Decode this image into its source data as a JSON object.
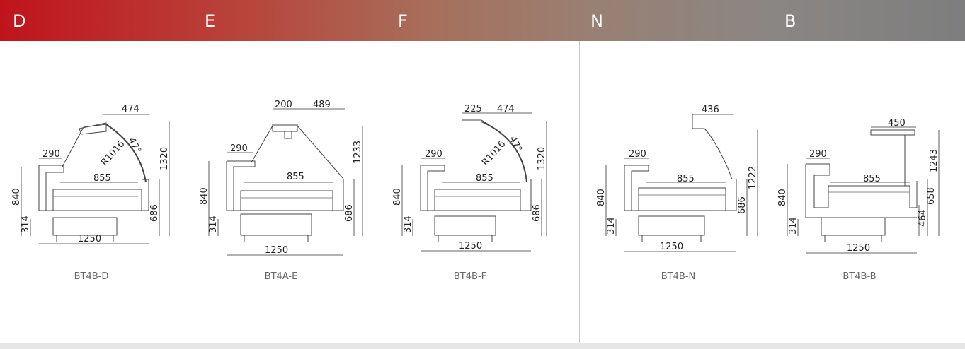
{
  "header": {
    "labels": [
      "D",
      "E",
      "F",
      "N",
      "B"
    ],
    "accent": "#c0141d",
    "neutral": "#7e7e7e"
  },
  "diagrams": [
    {
      "model": "BT4B-D",
      "dims": {
        "hood_w": "474",
        "front_w": "290",
        "radius": "R1016",
        "angle": "47°",
        "inner": "855",
        "height_total": "1320",
        "height_left": "840",
        "base_h": "314",
        "front_h": "686",
        "length": "1250"
      }
    },
    {
      "model": "BT4A-E",
      "dims": {
        "top_a": "200",
        "top_b": "489",
        "front_w": "290",
        "inner": "855",
        "height_total": "1233",
        "height_left": "840",
        "base_h": "314",
        "front_h": "686",
        "length": "1250"
      }
    },
    {
      "model": "BT4B-F",
      "dims": {
        "top_a": "225",
        "top_b": "474",
        "front_w": "290",
        "radius": "R1016",
        "angle": "47°",
        "inner": "855",
        "height_total": "1320",
        "height_left": "840",
        "base_h": "314",
        "front_h": "686",
        "length": "1250"
      }
    },
    {
      "model": "BT4B-N",
      "dims": {
        "top": "436",
        "front_w": "290",
        "inner": "855",
        "height_total": "1222",
        "height_left": "840",
        "base_h": "314",
        "front_h": "686",
        "length": "1250"
      }
    },
    {
      "model": "BT4B-B",
      "dims": {
        "top": "450",
        "front_w": "290",
        "inner": "855",
        "height_total": "1243",
        "height_left": "840",
        "base_h": "314",
        "front_h": "658",
        "leg_h": "464",
        "length": "1250"
      }
    }
  ]
}
